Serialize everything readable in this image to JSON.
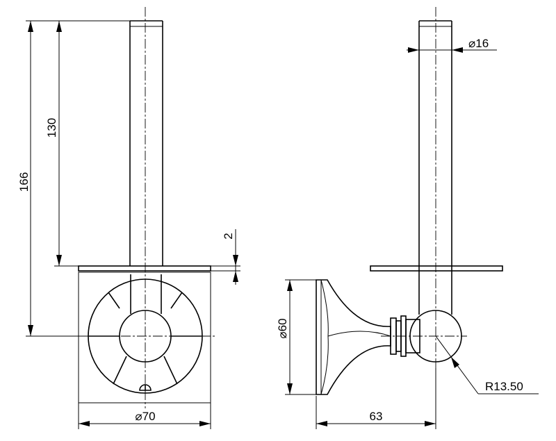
{
  "dimensions": {
    "total_height": "166",
    "rod_height": "130",
    "flange_thickness": "2",
    "base_diameter": "⌀70",
    "rod_diameter": "⌀16",
    "bracket_diameter": "⌀60",
    "projection": "63",
    "ball_radius": "R13.50"
  }
}
